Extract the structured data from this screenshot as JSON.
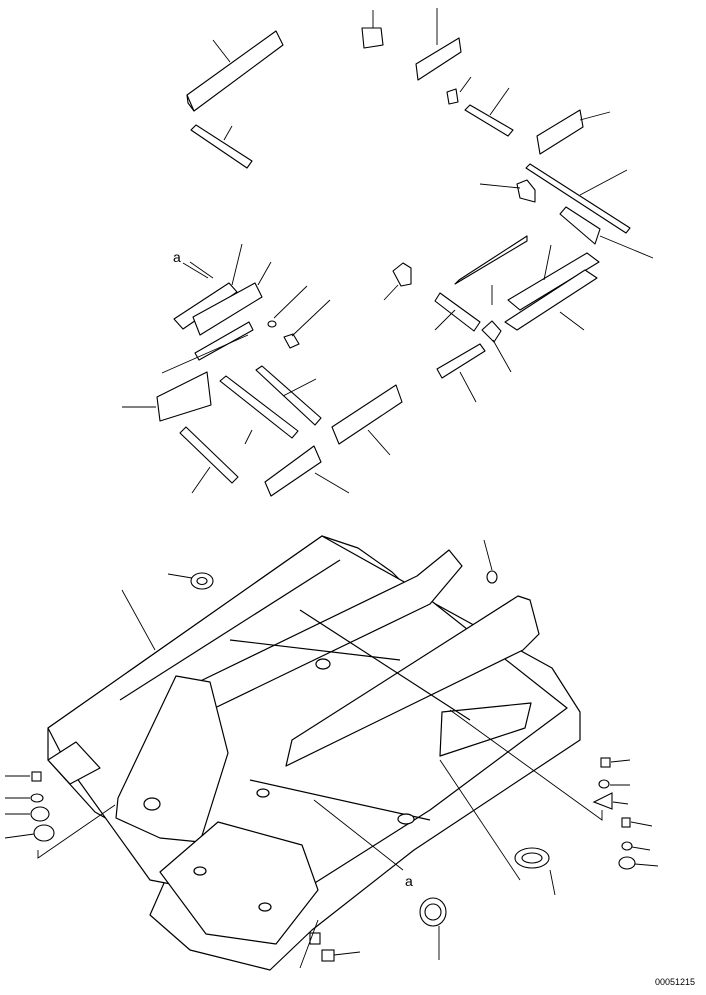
{
  "diagram": {
    "callout_letters": [
      "a",
      "a"
    ],
    "drawing_number": "00051215"
  }
}
